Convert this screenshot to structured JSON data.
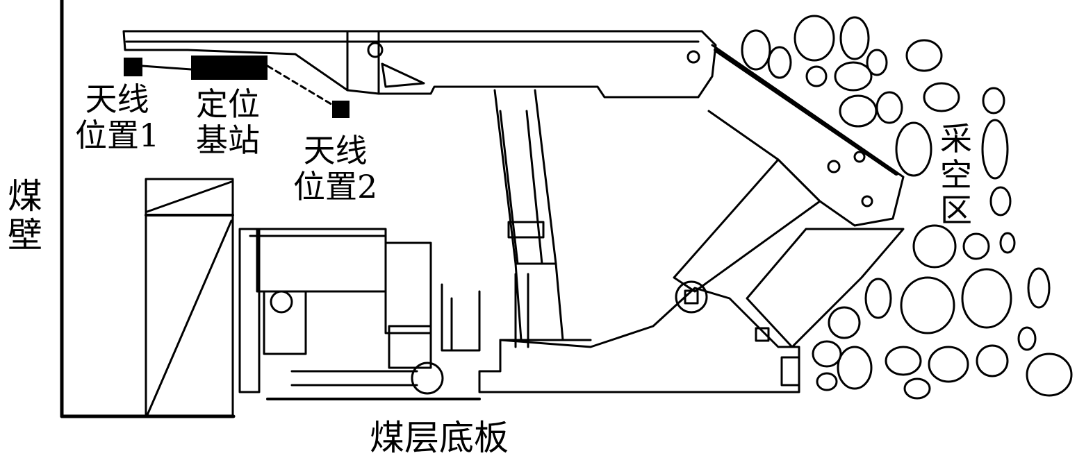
{
  "labels": {
    "coal_wall": [
      "煤",
      "壁"
    ],
    "antenna_pos1": [
      "天线",
      "位置1"
    ],
    "base_station": [
      "定位",
      "基站"
    ],
    "antenna_pos2": [
      "天线",
      "位置2"
    ],
    "goaf": [
      "采",
      "空",
      "区"
    ],
    "coal_floor": "煤层底板"
  },
  "colors": {
    "ink": "#000000",
    "paper": "#ffffff"
  }
}
